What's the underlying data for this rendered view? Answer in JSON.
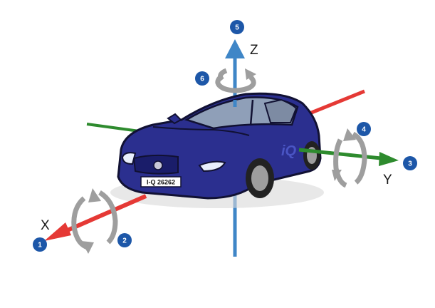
{
  "axes": {
    "x": {
      "label": "X",
      "color": "#e53935"
    },
    "y": {
      "label": "Y",
      "color": "#2e8b2e"
    },
    "z": {
      "label": "Z",
      "color": "#3f86c7"
    }
  },
  "badges": {
    "b1": "1",
    "b2": "2",
    "b3": "3",
    "b4": "4",
    "b5": "5",
    "b6": "6",
    "color": "#1d57a8"
  },
  "car": {
    "body_color": "#2b2f8f",
    "license_plate": "I-Q 26262"
  },
  "rotation_arrow_color": "#9e9e9e"
}
